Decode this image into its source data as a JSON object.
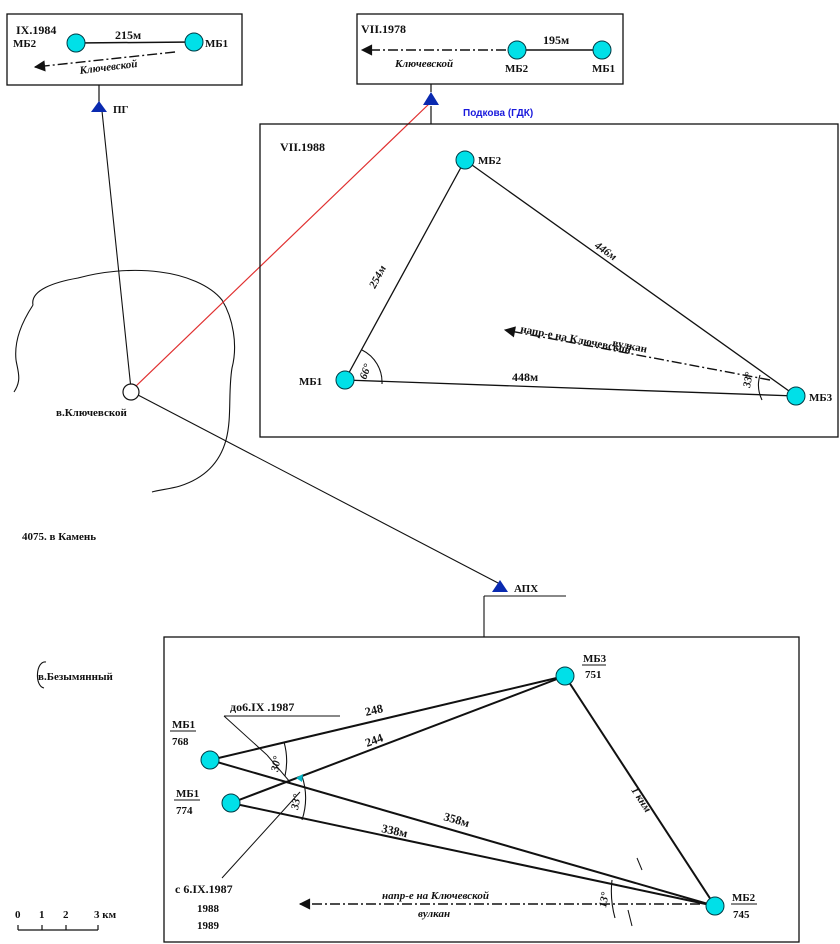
{
  "colors": {
    "station": "#00e0e8",
    "benchmark": "#0a2ab0",
    "link_red": "#e03030",
    "ink": "#111111",
    "label_blue": "#1a1adc"
  },
  "inset_1984": {
    "date": "IX.1984",
    "mb2": "МБ2",
    "mb1": "МБ1",
    "dist": "215м",
    "dir": "Ключевской"
  },
  "inset_1978": {
    "date": "VII.1978",
    "dir": "Ключевской",
    "mb2": "МБ2",
    "mb1": "МБ1",
    "dist": "195м"
  },
  "pg": {
    "label": "ПГ"
  },
  "podkova": {
    "label": "Подкова (ГДК)"
  },
  "panel_1988": {
    "date": "VII.1988",
    "mb1": "МБ1",
    "mb2": "МБ2",
    "mb3": "МБ3",
    "d_mb1_mb2": "254м",
    "d_mb2_mb3": "446м",
    "d_mb1_mb3": "448м",
    "angle_mb1": "66°",
    "angle_mb3": "33°",
    "dir_line1": "напр-е на Ключевской",
    "dir_line2": "вулкан"
  },
  "volcano": {
    "label": "в.Ключевской"
  },
  "kamen": {
    "label": "4075. в Камень"
  },
  "aps": {
    "label": "АПХ"
  },
  "bezymyanny": {
    "label": "в.Безымянный"
  },
  "panel_1987": {
    "mb3": "МБ3",
    "mb3_num": "751",
    "mb1a": "МБ1",
    "mb1a_num": "768",
    "mb1b": "МБ1",
    "mb1b_num": "774",
    "mb2": "МБ2",
    "mb2_num": "745",
    "until": "до6.IX .1987",
    "from_line1": "с 6.IX.1987",
    "from_line2": "1988",
    "from_line3": "1989",
    "d248": "248",
    "d244": "244",
    "d358": "358м",
    "d338": "338м",
    "d_mb3_mb2": "1 кнм",
    "angle_30": "30°",
    "angle_33": "33°",
    "angle_13": "13°",
    "dir_line1": "напр-е на Ключевской",
    "dir_line2": "вулкан"
  },
  "scale": {
    "t0": "0",
    "t1": "1",
    "t2": "2",
    "t3": "3 км"
  }
}
